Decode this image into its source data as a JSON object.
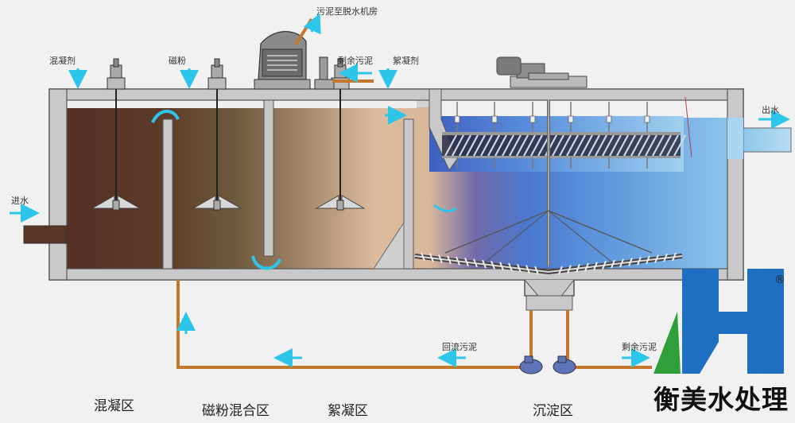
{
  "labels": {
    "coagulant_1": "混凝剂",
    "magnetic_powder": "磁粉",
    "sludge_to_dewatering": "污泥至脱水机房",
    "excess_sludge_top": "剩余污泥",
    "flocculant": "絮凝剂",
    "water_in": "进水",
    "water_out": "出水",
    "return_sludge": "回流污泥",
    "excess_sludge_bottom": "剩余污泥"
  },
  "zones": {
    "coagulation": "混凝区",
    "magnetic_mixing": "磁粉混合区",
    "flocculation": "絮凝区",
    "sedimentation": "沉淀区"
  },
  "brand": {
    "name": "衡美水处理",
    "registered_mark": "®",
    "colors": {
      "blue": "#1e6fc2",
      "green": "#2e9f3a"
    }
  },
  "colors": {
    "coagulation_water": "#5a3626",
    "mixing_water": "#8a6a48",
    "flocculation_water": "#d6b596",
    "sedimentation_water": "#4f7fd0",
    "pipe": "#c4782b",
    "arrow": "#2ec6e8",
    "tank_wall": "#cfcfcf"
  }
}
